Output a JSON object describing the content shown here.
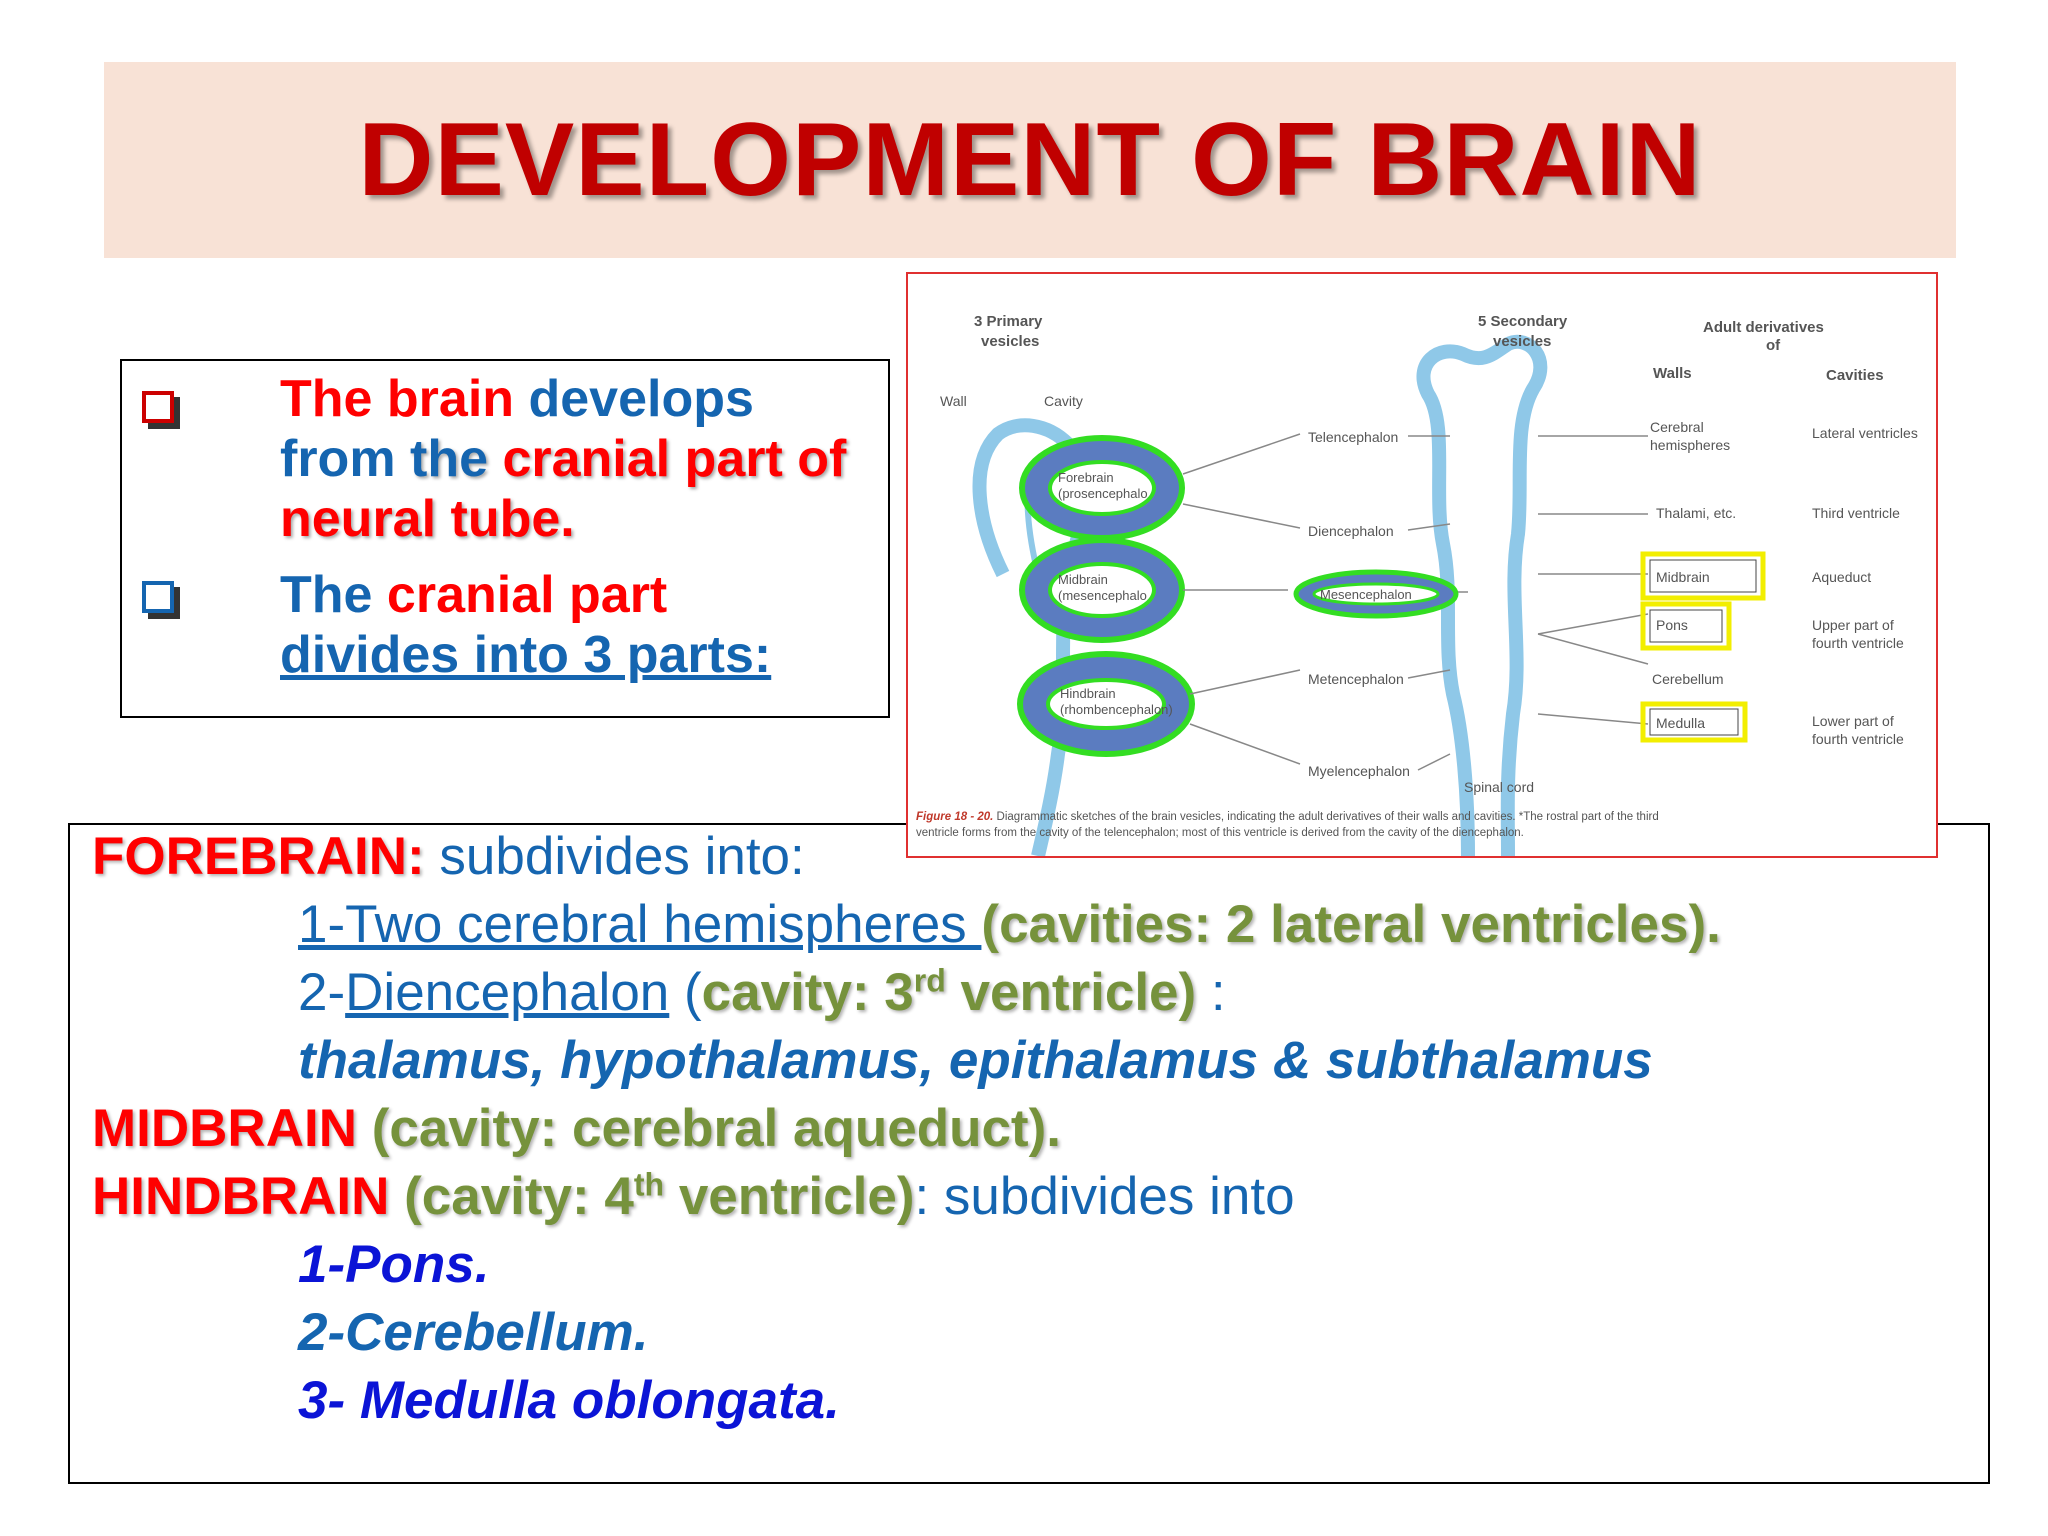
{
  "title": "DEVELOPMENT OF BRAIN",
  "intro": {
    "b1_part1": "The brain",
    "b1_part2": " develops from ",
    "b1_part3": "the ",
    "b1_part4": "cranial part of neural tube.",
    "b2_part1": "The ",
    "b2_part2": "cranial part",
    "b2_part3": "divides into 3 parts:"
  },
  "main": {
    "forebrain_label": "FOREBRAIN:",
    "forebrain_text": " subdivides into:",
    "item1_text": "1-Two cerebral hemispheres ",
    "item1_cavity": "(cavities: 2 lateral ventricles).",
    "item2_prefix": "2-",
    "item2_text": "Diencephalon",
    "item2_open": " (",
    "item2_cavity": "cavity: 3",
    "item2_sup": "rd",
    "item2_cavity2": " ventricle)",
    "item2_colon": " :",
    "item2_parts": "thalamus, hypothalamus, epithalamus & subthalamus",
    "midbrain_label": "MIDBRAIN",
    "midbrain_cavity": " (cavity: cerebral aqueduct).",
    "hindbrain_label": "HINDBRAIN",
    "hindbrain_cavity": " (cavity: 4",
    "hindbrain_sup": "th",
    "hindbrain_cavity2": " ventricle)",
    "hindbrain_text": ": subdivides into",
    "h1": "1-Pons.",
    "h2": "2-Cerebellum.",
    "h3": "3- Medulla oblongata."
  },
  "figure": {
    "primary_header": [
      "3 Primary",
      "vesicles"
    ],
    "wall": "Wall",
    "cavity": "Cavity",
    "forebrain": [
      "Forebrain",
      "(prosencephalo"
    ],
    "midbrain": [
      "Midbrain",
      "(mesencephalo"
    ],
    "hindbrain": [
      "Hindbrain",
      "(rhombencephalon)"
    ],
    "secondary_header": [
      "5 Secondary",
      "vesicles"
    ],
    "telencephalon": "Telencephalon",
    "diencephalon": "Diencephalon",
    "mesencephalon": "Mesencephalon",
    "metencephalon": "Metencephalon",
    "myelencephalon": "Myelencephalon",
    "spinal_cord": "Spinal cord",
    "adult_header": [
      "Adult derivatives",
      "of"
    ],
    "walls_header": "Walls",
    "cavities_header": "Cavities",
    "walls": [
      "Cerebral",
      "hemispheres",
      "Thalami, etc.",
      "Midbrain",
      "Pons",
      "Cerebellum",
      "Medulla"
    ],
    "cavities": [
      "Lateral ventricles",
      "Third ventricle",
      "Aqueduct",
      "Upper part of",
      "fourth ventricle",
      "Lower part of",
      "fourth ventricle"
    ],
    "caption_label": "Figure 18 - 20.",
    "caption_line1": " Diagrammatic sketches of the brain vesicles, indicating the adult derivatives of their walls and cavities. *The rostral part of the third",
    "caption_line2": "ventricle forms from the cavity of the telencephalon; most of this ventricle is derived from the cavity of the diencephalon.",
    "colors": {
      "ring": "#33dd22",
      "ring_fill": "#5b7cc0",
      "highlight": "#f2ee00",
      "tube": "#8fc8e8"
    }
  }
}
